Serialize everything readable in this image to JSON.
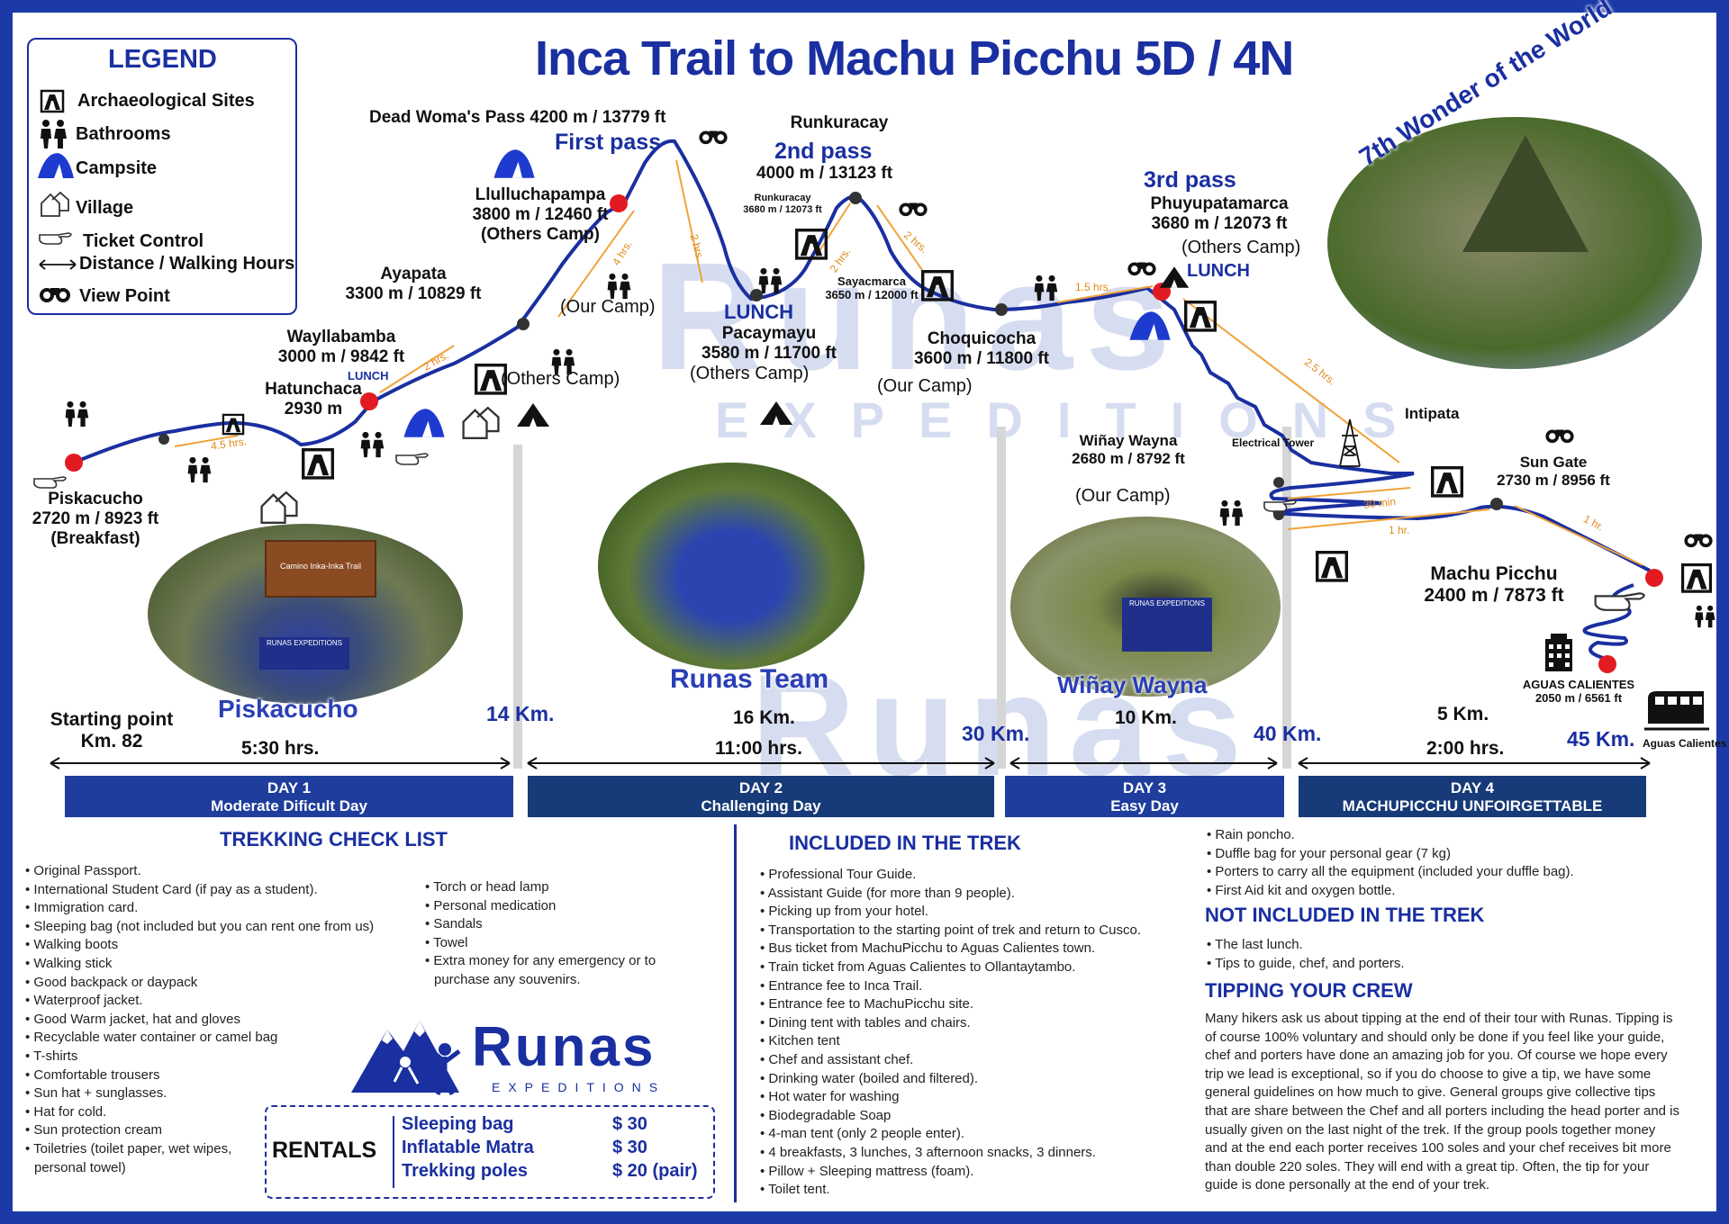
{
  "title": "Inca Trail  to Machu Picchu  5D / 4N",
  "watermark": {
    "brand": "Runas",
    "sub": "EXPEDITIONS"
  },
  "legend": {
    "title": "LEGEND",
    "items": [
      {
        "icon": "archaeological-site-icon",
        "label": "Archaeological Sites"
      },
      {
        "icon": "bathroom-icon",
        "label": "Bathrooms"
      },
      {
        "icon": "tent-icon",
        "label": "Campsite"
      },
      {
        "icon": "village-icon",
        "label": "Village"
      },
      {
        "icon": "hand-pointer-icon",
        "label": "Ticket Control"
      },
      {
        "icon": "double-arrow-icon",
        "label": "Distance / Walking Hours"
      },
      {
        "icon": "binoculars-icon",
        "label": "View Point"
      }
    ]
  },
  "places": {
    "piskacucho": {
      "name": "Piskacucho",
      "alt": "2720 m / 8923 ft",
      "note": "(Breakfast)"
    },
    "hatunchaca": {
      "name": "Hatunchaca",
      "alt": "2930 m"
    },
    "wayllabamba": {
      "name": "Wayllabamba",
      "alt": "3000 m / 9842 ft"
    },
    "ayapata": {
      "name": "Ayapata",
      "alt": "3300 m / 10829 ft"
    },
    "llulluchapampa": {
      "name": "Llulluchapampa",
      "alt": "3800 m / 12460 ft",
      "note": "(Others Camp)"
    },
    "dead_woman": {
      "name": "Dead Woma's Pass 4200 m / 13779 ft",
      "pass": "First pass"
    },
    "runkuracay": {
      "name": "Runkuracay",
      "alt": "4000 m / 13123 ft",
      "pass": "2nd pass"
    },
    "runkuracay_small": {
      "name": "Runkuracay",
      "alt": "3680 m / 12073 ft"
    },
    "pacaymayu": {
      "name": "Pacaymayu",
      "alt": "3580 m / 11700 ft",
      "note": "(Others Camp)"
    },
    "sayacmarca": {
      "name": "Sayacmarca",
      "alt": "3650 m / 12000 ft"
    },
    "choquicocha": {
      "name": "Choquicocha",
      "alt": "3600 m / 11800 ft",
      "note": "(Our Camp)"
    },
    "phuyupatamarca": {
      "name": "Phuyupatamarca",
      "alt": "3680 m / 12073 ft",
      "note": "(Others Camp)",
      "pass": "3rd pass"
    },
    "winay_wayna": {
      "name": "Wiñay Wayna",
      "alt": "2680 m / 8792 ft",
      "note": "(Our Camp)"
    },
    "intipata": {
      "name": "Intipata"
    },
    "electrical_tower": {
      "name": "Electrical Tower"
    },
    "sun_gate": {
      "name": "Sun Gate",
      "alt": "2730 m / 8956 ft"
    },
    "machu_picchu": {
      "name": "Machu  Picchu",
      "alt": "2400 m / 7873 ft"
    },
    "aguas_calientes": {
      "name": "AGUAS CALIENTES",
      "alt": "2050 m / 6561 ft",
      "train": "Aguas Calientes"
    }
  },
  "camp_labels": {
    "our_camp": "(Our Camp)",
    "others_camp": "(Others Camp)"
  },
  "lunch_label": "LUNCH",
  "walk_times": [
    "4.5 hrs.",
    "2 hrs.",
    "4 hrs.",
    "2 hrs.",
    "2 hrs.",
    "2 hrs.",
    "1.5 hrs.",
    "2.5 hrs.",
    "30 min",
    "1 hr.",
    "1 hr."
  ],
  "photo_captions": {
    "p1": "Piskacucho",
    "p2": "Runas Team",
    "p3": "Wiñay Wayna",
    "p4": "7th Wonder of the World"
  },
  "photo_texts": {
    "sign_line1": "Camino Inka-Inka Trail",
    "banner": "RUNAS EXPEDITIONS"
  },
  "start": {
    "line1": "Starting point",
    "line2": "Km. 82"
  },
  "kms": [
    "14 Km.",
    "30 Km.",
    "40 Km.",
    "45 Km."
  ],
  "segments": [
    {
      "km": "",
      "hrs": "5:30 hrs."
    },
    {
      "km": "16 Km.",
      "hrs": "11:00 hrs."
    },
    {
      "km": "10 Km.",
      "hrs": ""
    },
    {
      "km": "5 Km.",
      "hrs": "2:00 hrs."
    }
  ],
  "days": [
    {
      "day": "DAY 1",
      "desc": "Moderate Dificult Day"
    },
    {
      "day": "DAY 2",
      "desc": "Challenging Day"
    },
    {
      "day": "DAY 3",
      "desc": "Easy Day"
    },
    {
      "day": "DAY 4",
      "desc": "MACHUPICCHU UNFOIRGETTABLE"
    }
  ],
  "checklist": {
    "title": "TREKKING CHECK LIST",
    "col1": [
      "Original Passport.",
      "International Student Card (if pay as a student).",
      "Immigration card.",
      "Sleeping bag (not included but you can rent one from us)",
      "Walking boots",
      "Walking stick",
      "Good backpack or daypack",
      "Waterproof jacket.",
      "Good Warm jacket, hat and gloves",
      "Recyclable water container or camel bag",
      "T-shirts",
      "Comfortable trousers",
      "Sun hat + sunglasses.",
      "Hat for cold.",
      "Sun protection cream",
      "Toiletries (toilet paper, wet wipes,",
      "personal towel)"
    ],
    "col2": [
      "Torch or head lamp",
      "Personal medication",
      "Sandals",
      "Towel",
      "Extra money for any emergency or to",
      "purchase any souvenirs."
    ]
  },
  "logo": {
    "brand": "Runas",
    "sub": "EXPEDITIONS"
  },
  "rentals": {
    "title": "RENTALS",
    "items": [
      {
        "item": "Sleeping bag",
        "price": "$ 30"
      },
      {
        "item": "Inflatable Matra",
        "price": "$ 30"
      },
      {
        "item": "Trekking poles",
        "price": "$ 20 (pair)"
      }
    ]
  },
  "included": {
    "title": "INCLUDED IN THE TREK",
    "items": [
      "Professional Tour Guide.",
      "Assistant Guide (for more than 9 people).",
      "Picking up from your hotel.",
      "Transportation to the starting point of trek and return to Cusco.",
      "Bus ticket from MachuPicchu to Aguas Calientes town.",
      "Train ticket from Aguas Calientes to Ollantaytambo.",
      "Entrance fee to Inca Trail.",
      "Entrance fee to MachuPicchu site.",
      "Dining tent with tables and chairs.",
      "Kitchen tent",
      "Chef and assistant chef.",
      "Drinking water (boiled and filtered).",
      "Hot water for washing",
      "Biodegradable Soap",
      "4-man tent (only 2 people enter).",
      "4 breakfasts, 3 lunches, 3 afternoon snacks, 3 dinners.",
      "Pillow + Sleeping mattress (foam).",
      "Toilet tent."
    ],
    "more": [
      "Rain poncho.",
      "Duffle bag for your personal gear (7 kg)",
      "Porters to carry all the equipment (included your duffle bag).",
      "First Aid kit and oxygen bottle."
    ]
  },
  "not_included": {
    "title": "NOT INCLUDED IN THE TREK",
    "items": [
      "The last lunch.",
      "Tips to guide, chef, and porters."
    ]
  },
  "tipping": {
    "title": "TIPPING YOUR CREW",
    "lines": [
      "Many hikers ask us about tipping at the end of their tour with Runas. Tipping is",
      "of course 100% voluntary and should only be done if you feel like your guide,",
      "chef and porters have done an amazing job for you. Of course we hope every",
      "trip we lead is exceptional, so if you do choose to give a tip, we have some",
      "general guidelines on how much to give. General groups give collective tips",
      "that are share between the Chef and all porters including the head porter and is",
      "usually given on the last night of the trek. If the group pools together money",
      "and at the end each porter receives 100 soles and your chef receives bit more",
      "than double 220 soles. They will end with a great tip. Often, the tip for your",
      "guide is done personally at the end of your trek."
    ]
  },
  "colors": {
    "brand_blue": "#1a2fa0",
    "route": "#1a2fa0",
    "dot": "#e21b23",
    "arrow": "#f0a33a",
    "day_bar": "#1e3d9c"
  }
}
